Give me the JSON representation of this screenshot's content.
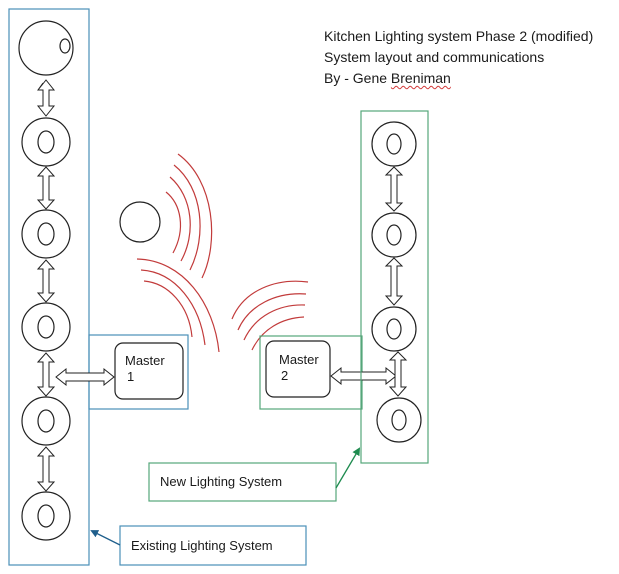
{
  "title": {
    "line1": "Kitchen Lighting system Phase 2 (modified)",
    "line2": "System layout and communications",
    "line3_prefix": "By - Gene ",
    "line3_name": "Breniman"
  },
  "masters": [
    {
      "line1": "Master",
      "line2": "1"
    },
    {
      "line1": "Master",
      "line2": "2"
    }
  ],
  "callouts": {
    "new_system": "New Lighting System",
    "existing_system": "Existing Lighting System"
  },
  "colors": {
    "existing_frame": "#4a90b8",
    "new_frame": "#55a77a",
    "existing_arrow": "#1f5f8c",
    "new_arrow": "#1e8b4f",
    "wave": "#c23b3b"
  }
}
